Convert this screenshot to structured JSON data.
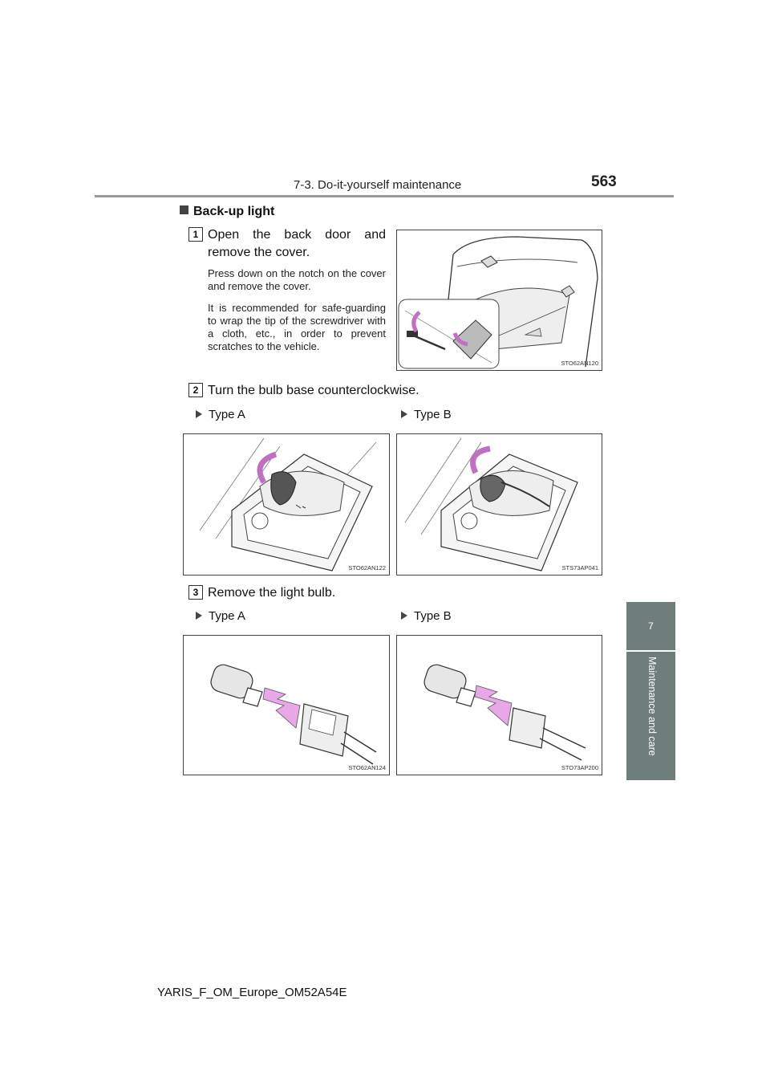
{
  "header": {
    "section": "7-3. Do-it-yourself maintenance",
    "page_number": "563"
  },
  "side_tab": {
    "chapter_number": "7",
    "chapter_title": "Maintenance and care"
  },
  "heading": "Back-up light",
  "steps": [
    {
      "number": "1",
      "title_line1": "Open the back door and",
      "title_line2": "remove the cover.",
      "body1": "Press down on the notch on the cover and remove the cover.",
      "body2": "It is recommended for safe-guarding to wrap the tip of the screwdriver with a cloth, etc., in order to prevent scratches to the vehicle.",
      "figure_code": "STO62AN120"
    },
    {
      "number": "2",
      "title": "Turn the bulb base counterclockwise.",
      "type_a": "Type A",
      "type_b": "Type B",
      "figure_a_code": "STO62AN122",
      "figure_b_code": "STS73AP041"
    },
    {
      "number": "3",
      "title": "Remove the light bulb.",
      "type_a": "Type A",
      "type_b": "Type B",
      "figure_a_code": "STO62AN124",
      "figure_b_code": "STO73AP200"
    }
  ],
  "footer": "YARIS_F_OM_Europe_OM52A54E"
}
